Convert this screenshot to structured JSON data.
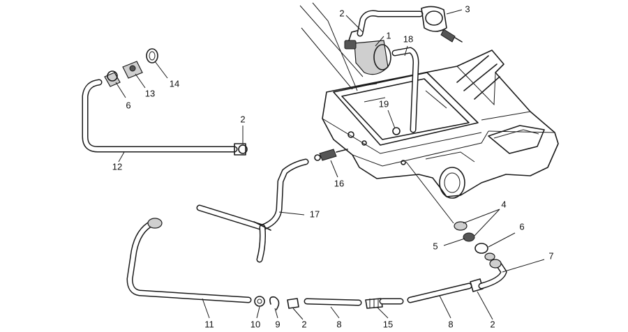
{
  "callouts": [
    {
      "id": "c1",
      "text": "1"
    },
    {
      "id": "c2a",
      "text": "2"
    },
    {
      "id": "c3",
      "text": "3"
    },
    {
      "id": "c18",
      "text": "18"
    },
    {
      "id": "c14",
      "text": "14"
    },
    {
      "id": "c13",
      "text": "13"
    },
    {
      "id": "c6a",
      "text": "6"
    },
    {
      "id": "c2b",
      "text": "2"
    },
    {
      "id": "c12",
      "text": "12"
    },
    {
      "id": "c19",
      "text": "19"
    },
    {
      "id": "c16",
      "text": "16"
    },
    {
      "id": "c17",
      "text": "17"
    },
    {
      "id": "c4",
      "text": "4"
    },
    {
      "id": "c6b",
      "text": "6"
    },
    {
      "id": "c5",
      "text": "5"
    },
    {
      "id": "c7",
      "text": "7"
    },
    {
      "id": "c11",
      "text": "11"
    },
    {
      "id": "c10",
      "text": "10"
    },
    {
      "id": "c9",
      "text": "9"
    },
    {
      "id": "c2c",
      "text": "2"
    },
    {
      "id": "c8a",
      "text": "8"
    },
    {
      "id": "c15",
      "text": "15"
    },
    {
      "id": "c8b",
      "text": "8"
    },
    {
      "id": "c2d",
      "text": "2"
    }
  ]
}
